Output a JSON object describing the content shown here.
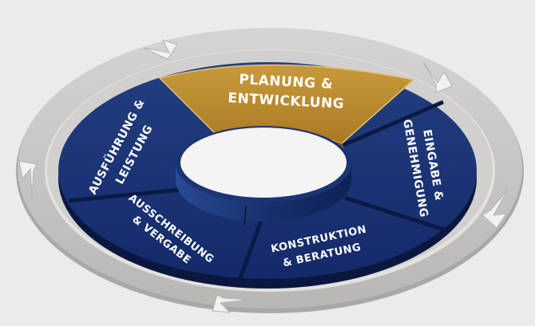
{
  "segments": [
    {
      "id": "planung",
      "line1": "PLANUNG &",
      "line2": "ENTWICKLUNG"
    },
    {
      "id": "eingabe",
      "line1": "EINGABE &",
      "line2": "GENEHMIGUNG"
    },
    {
      "id": "konstruktion",
      "line1": "KONSTRUKTION",
      "line2": "& BERATUNG"
    },
    {
      "id": "ausschreibung",
      "line1": "AUSSCHREIBUNG",
      "line2": "& VERGABE"
    },
    {
      "id": "ausfuehrung",
      "line1": "AUSFÜHRUNG &",
      "line2": "LEISTUNG"
    }
  ],
  "colors": {
    "background": "#ebebeb",
    "ring_outer": "#c8c6c4",
    "ring_inner": "#dedcda",
    "navy": "#1f3a78",
    "navy_dark": "#12255a",
    "navy_edge": "#0b1a45",
    "gold": "#b98a2e",
    "gold_dark": "#8a6418",
    "hole": "#f4f4f4"
  }
}
